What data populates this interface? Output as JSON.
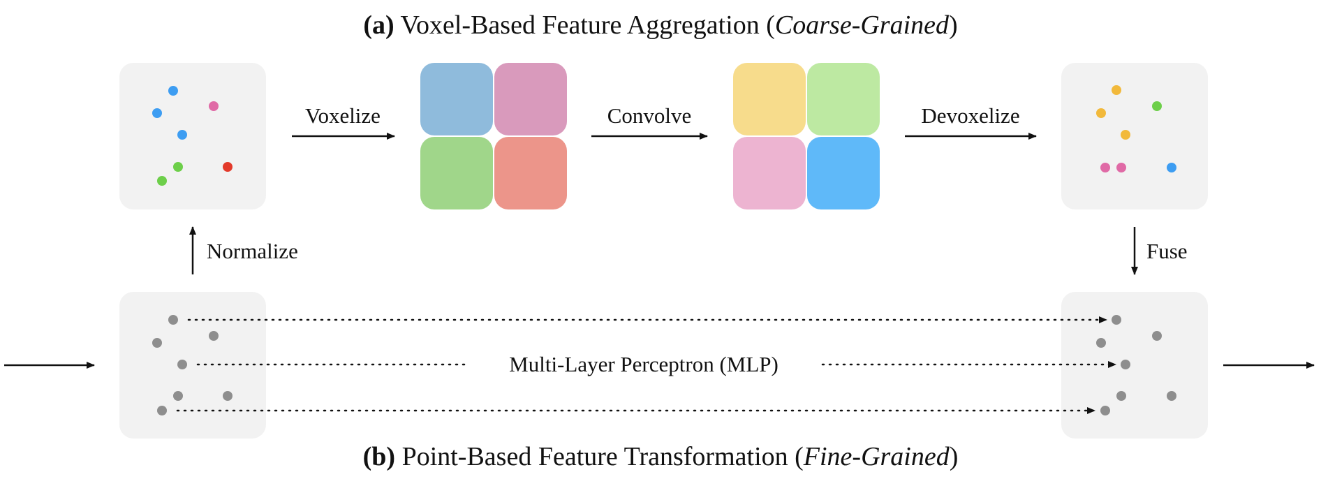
{
  "titles": {
    "top": {
      "tag": "(a)",
      "main": "Voxel-Based Feature Aggregation (",
      "italic": "Coarse-Grained",
      "close": ")"
    },
    "bottom": {
      "tag": "(b)",
      "main": "Point-Based Feature Transformation (",
      "italic": "Fine-Grained",
      "close": ")"
    }
  },
  "labels": {
    "voxelize": "Voxelize",
    "convolve": "Convolve",
    "devoxelize": "Devoxelize",
    "normalize": "Normalize",
    "fuse": "Fuse",
    "mlp": "Multi-Layer Perceptron (MLP)"
  },
  "colors": {
    "panel": "#f2f2f2",
    "gray_point": "#8e8e8e",
    "blue_point": "#3d9df2",
    "pink_point": "#e06aa6",
    "green_point": "#6dcf4a",
    "red_point": "#e33a2a",
    "orange_point": "#f2b93b",
    "voxels_in": [
      "#8fbbdc",
      "#d99abc",
      "#a0d68a",
      "#ec958a"
    ],
    "voxels_out": [
      "#f7dc8c",
      "#bde9a2",
      "#edb4d1",
      "#5fb9f9"
    ]
  }
}
